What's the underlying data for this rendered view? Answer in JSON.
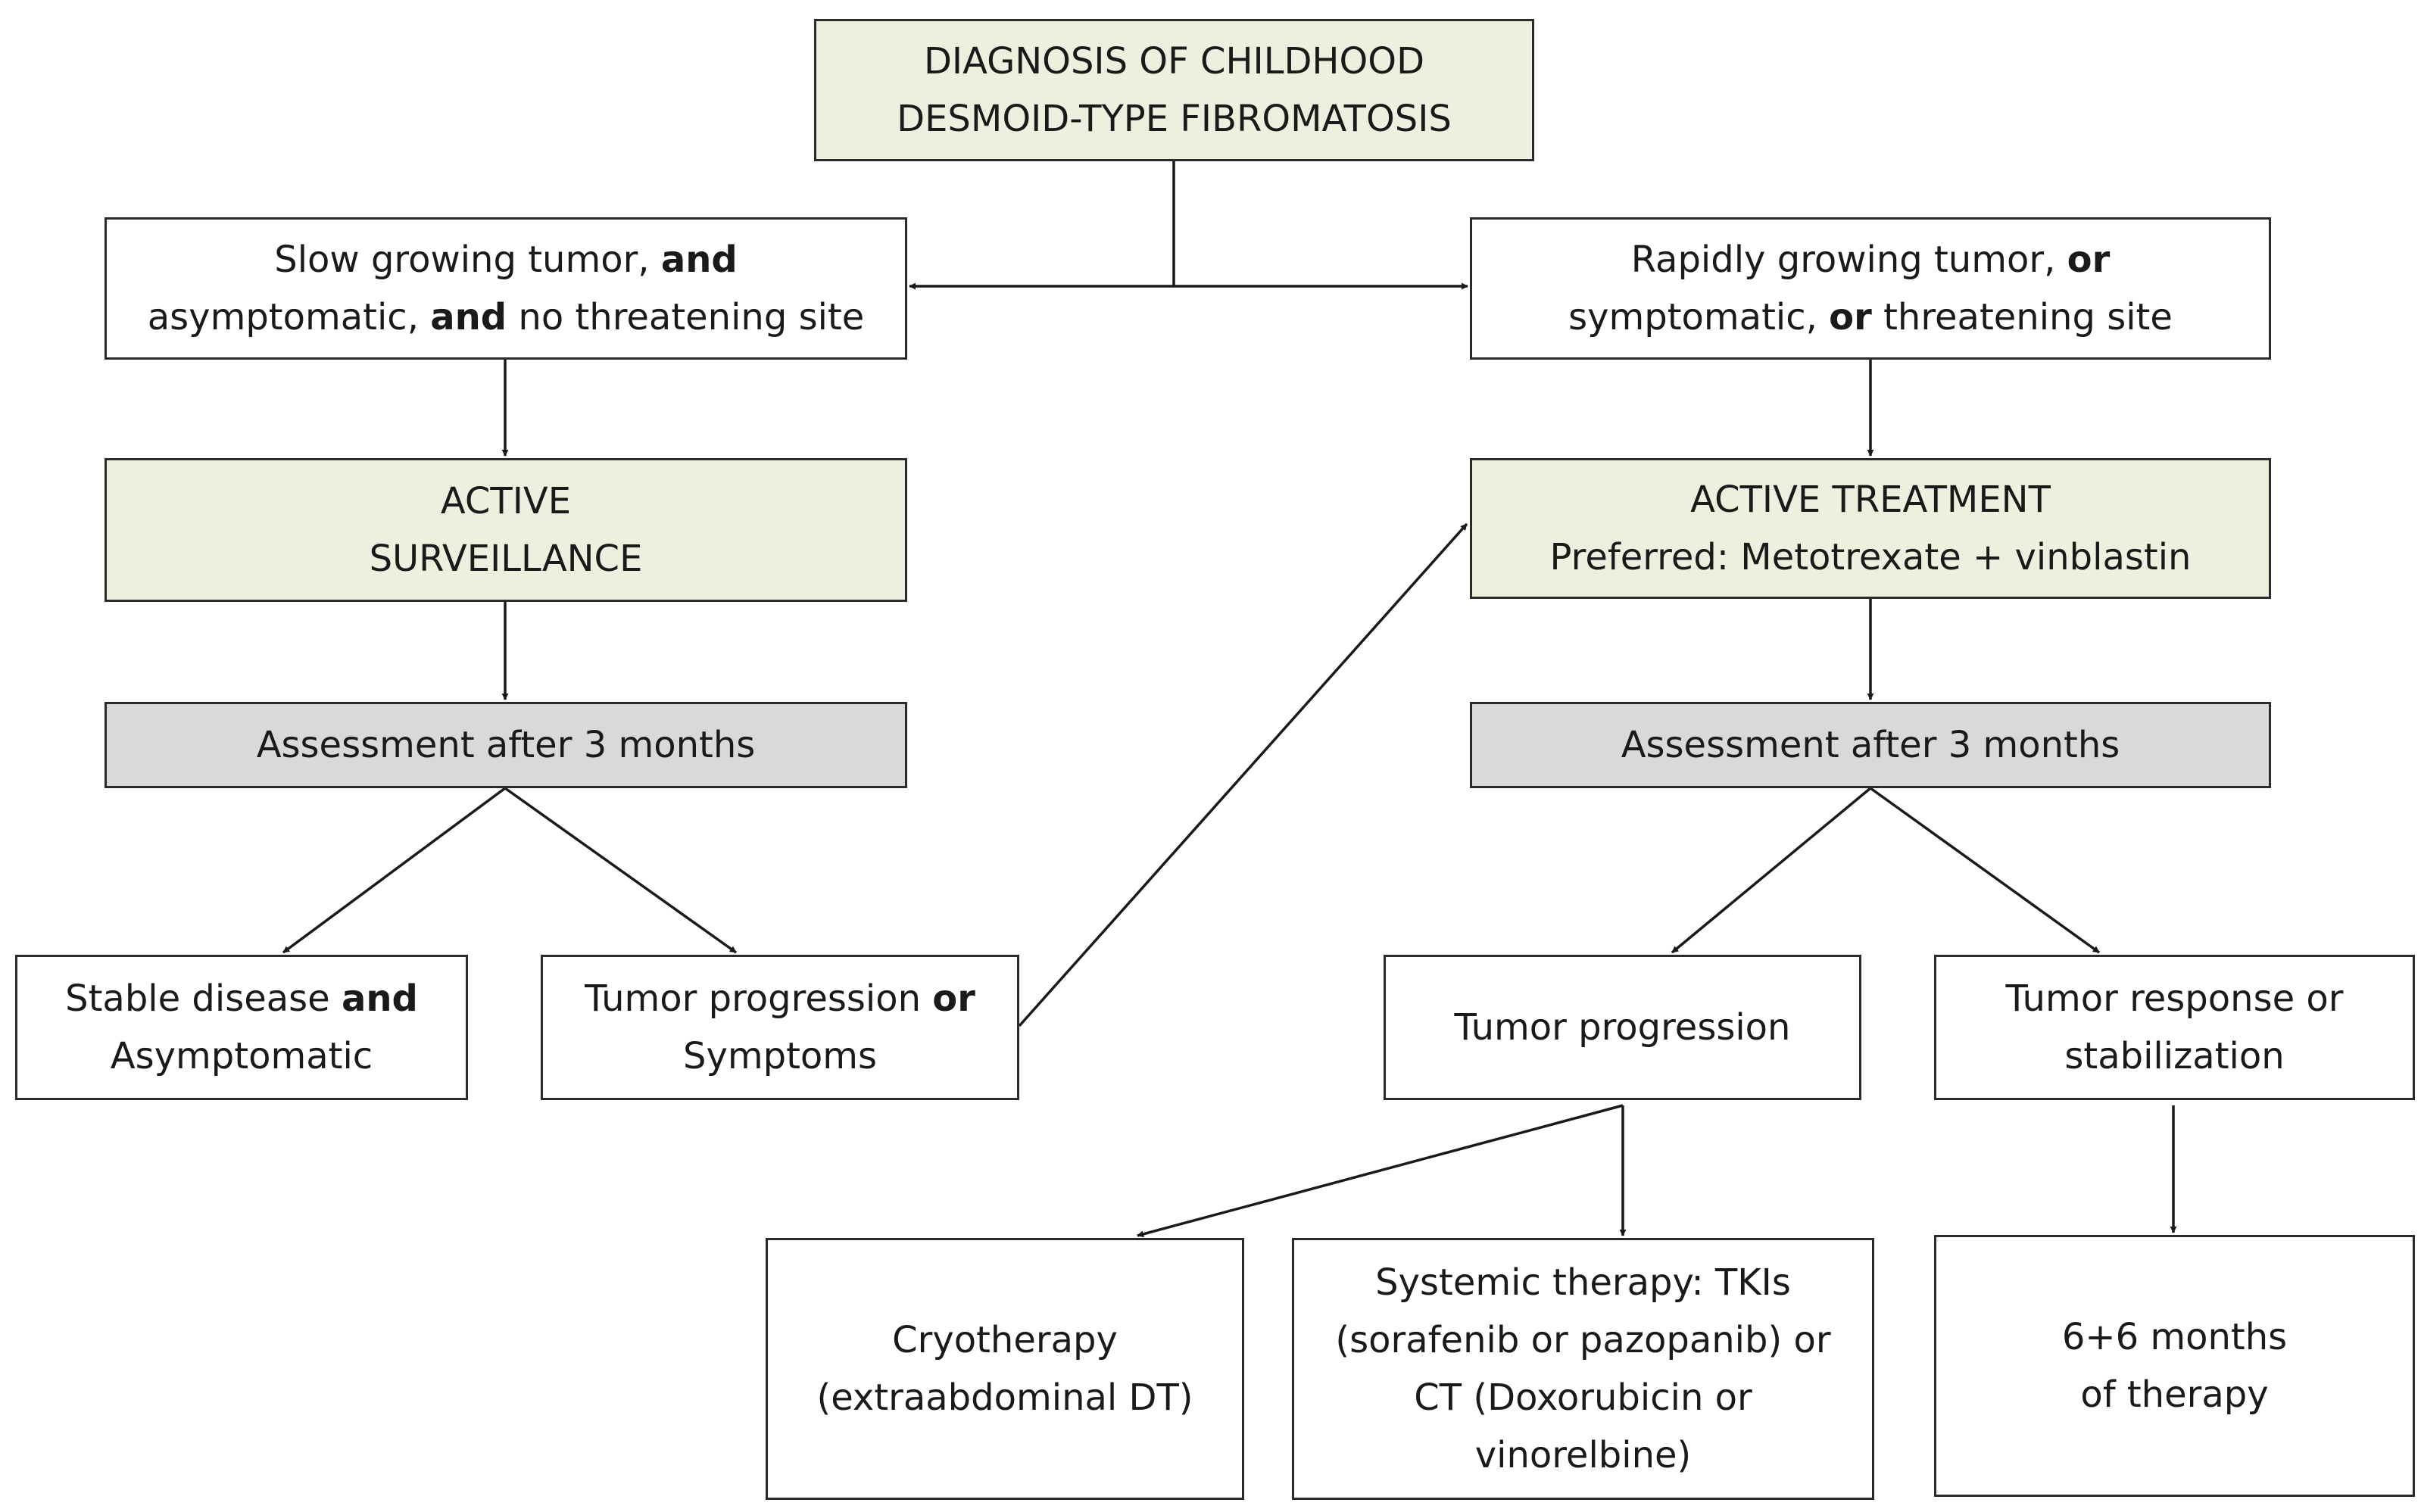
{
  "nodes": {
    "diagnosis": {
      "lines": [
        "DIAGNOSIS OF CHILDHOOD",
        "DESMOID-TYPE FIBROMATOSIS"
      ]
    },
    "slow": {
      "lines": [
        [
          {
            "t": "Slow growing tumor, ",
            "b": false
          },
          {
            "t": "and",
            "b": true
          }
        ],
        [
          {
            "t": "asymptomatic, ",
            "b": false
          },
          {
            "t": "and",
            "b": true
          },
          {
            "t": " no threatening site",
            "b": false
          }
        ]
      ]
    },
    "rapid": {
      "lines": [
        [
          {
            "t": "Rapidly growing tumor, ",
            "b": false
          },
          {
            "t": "or",
            "b": true
          }
        ],
        [
          {
            "t": "symptomatic, ",
            "b": false
          },
          {
            "t": "or",
            "b": true
          },
          {
            "t": " threatening site",
            "b": false
          }
        ]
      ]
    },
    "surveillance": {
      "lines": [
        "ACTIVE",
        "SURVEILLANCE"
      ]
    },
    "treatment": {
      "lines": [
        "ACTIVE TREATMENT",
        "Preferred: Metotrexate + vinblastin"
      ]
    },
    "assess_left": {
      "lines": [
        "Assessment after 3 months"
      ]
    },
    "assess_right": {
      "lines": [
        "Assessment after 3 months"
      ]
    },
    "stable": {
      "lines": [
        [
          {
            "t": "Stable disease ",
            "b": false
          },
          {
            "t": "and",
            "b": true
          }
        ],
        [
          {
            "t": "Asymptomatic",
            "b": false
          }
        ]
      ]
    },
    "progression_symptoms": {
      "lines": [
        [
          {
            "t": "Tumor progression ",
            "b": false
          },
          {
            "t": "or",
            "b": true
          }
        ],
        [
          {
            "t": "Symptoms",
            "b": false
          }
        ]
      ]
    },
    "progression": {
      "lines": [
        "Tumor progression"
      ]
    },
    "response": {
      "lines": [
        "Tumor response or",
        "stabilization"
      ]
    },
    "cryo": {
      "lines": [
        "Cryotherapy",
        "(extraabdominal DT)"
      ]
    },
    "systemic": {
      "lines": [
        "Systemic therapy: TKIs",
        "(sorafenib or pazopanib) or",
        "CT (Doxorubicin or",
        "vinorelbine)"
      ]
    },
    "months": {
      "lines": [
        "6+6 months",
        "of therapy"
      ]
    }
  },
  "colors": {
    "highlight_fill": "#ebf1de",
    "assessment_fill": "#d9d9d9",
    "border": "#2b2b2b",
    "arrow": "#1a1a1a"
  }
}
